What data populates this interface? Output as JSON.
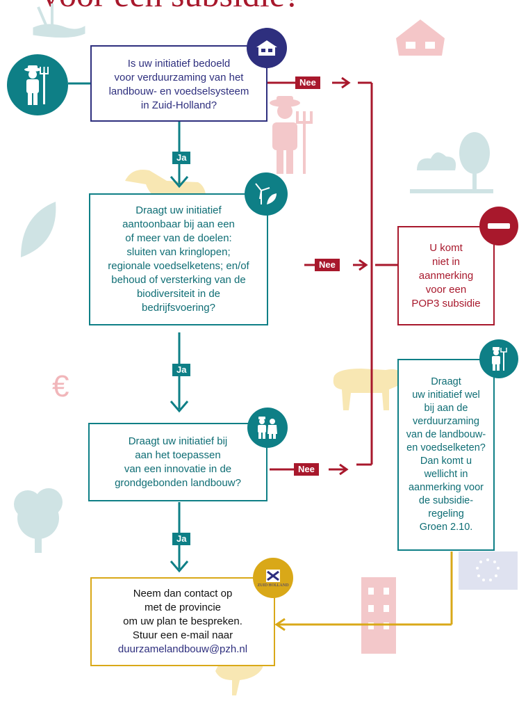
{
  "title": "voor een subsidie?",
  "colors": {
    "navy": "#2e2f7e",
    "teal": "#0e7f86",
    "red": "#a8182c",
    "gold": "#d9a818"
  },
  "boxes": {
    "q1": "Is uw initiatief bedoeld\nvoor verduurzaming van het\nlandbouw- en voedselsysteem\nin Zuid-Holland?",
    "q2": "Draagt uw initiatief\naantoonbaar bij aan een\nof meer van de doelen:\nsluiten van kringlopen;\nregionale voedselketens; en/of\nbehoud of versterking van de\nbiodiversiteit in de\nbedrijfsvoering?",
    "q3": "Draagt uw initiatief bij\naan het toepassen\nvan een innovatie in de\ngrondgebonden landbouw?",
    "not_eligible": "U komt\nniet in\naanmerking\nvoor een\nPOP3 subsidie",
    "groen": "Draagt\nuw initiatief wel\nbij aan de\nverduurzaming\nvan de landbouw-\nen voedselketen?\nDan komt u\nwellicht in\naanmerking voor\nde subsidie-\nregeling\nGroen 2.10.",
    "contact": "Neem dan contact op\nmet de provincie\nom uw plan te bespreken.\nStuur een e-mail naar",
    "email": "duurzamelandbouw@pzh.nl"
  },
  "labels": {
    "nee": "Nee",
    "ja": "Ja"
  },
  "logo_text": "ZUID HOLLAND",
  "euro_symbol": "€",
  "icons": [
    "farmer-icon",
    "house-icon",
    "windmill-leaf-icon",
    "no-entry-icon",
    "farmers-icon",
    "province-logo-icon",
    "eu-flag-icon"
  ]
}
